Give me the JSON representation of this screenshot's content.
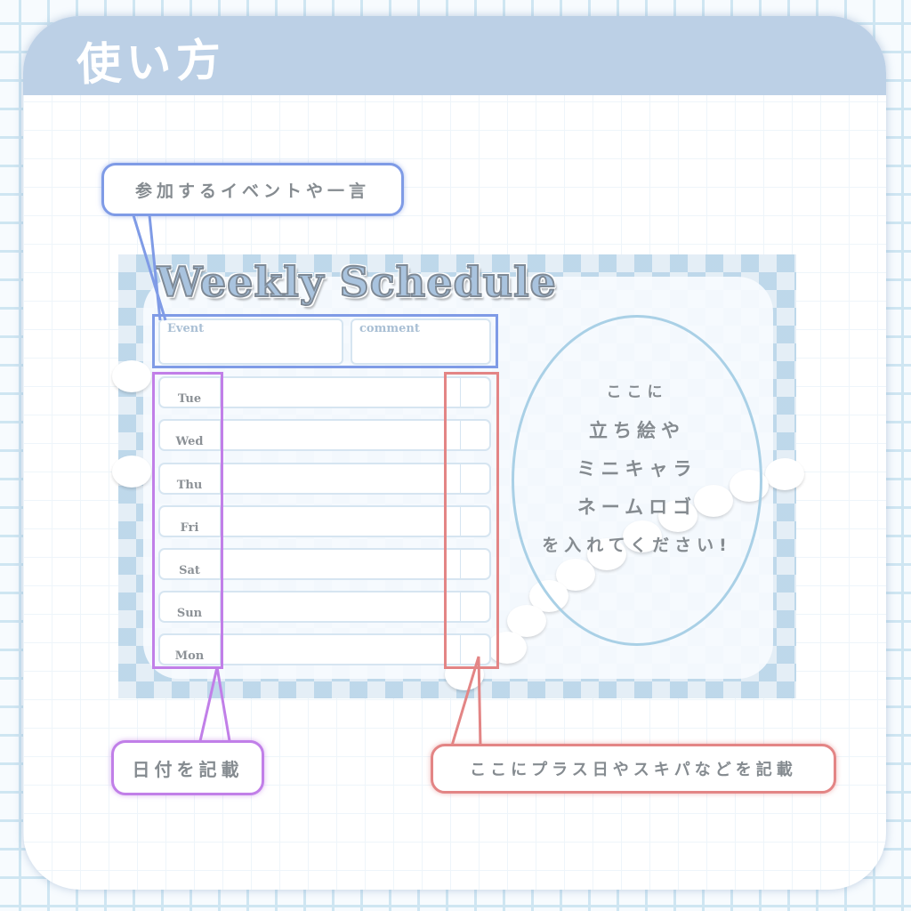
{
  "header": {
    "title": "使い方"
  },
  "callouts": {
    "event": "参加するイベントや一言",
    "date": "日付を記載",
    "extra": "ここにプラス日やスキパなどを記載"
  },
  "preview": {
    "title": "Weekly Schedule",
    "event_label": "Event",
    "comment_label": "comment",
    "days": [
      "Tue",
      "Wed",
      "Thu",
      "Fri",
      "Sat",
      "Sun",
      "Mon"
    ],
    "portrait_lines": [
      "ここに",
      "立ち絵や",
      "ミニキャラ",
      "ネームロゴ",
      "を入れてください!"
    ]
  },
  "colors": {
    "header_band": "#bcd0e6",
    "event_highlight": "#7f9be6",
    "date_highlight": "#c17fe8",
    "extra_highlight": "#e38585",
    "oval": "#a9d0e6",
    "text_gray": "#858b90"
  }
}
